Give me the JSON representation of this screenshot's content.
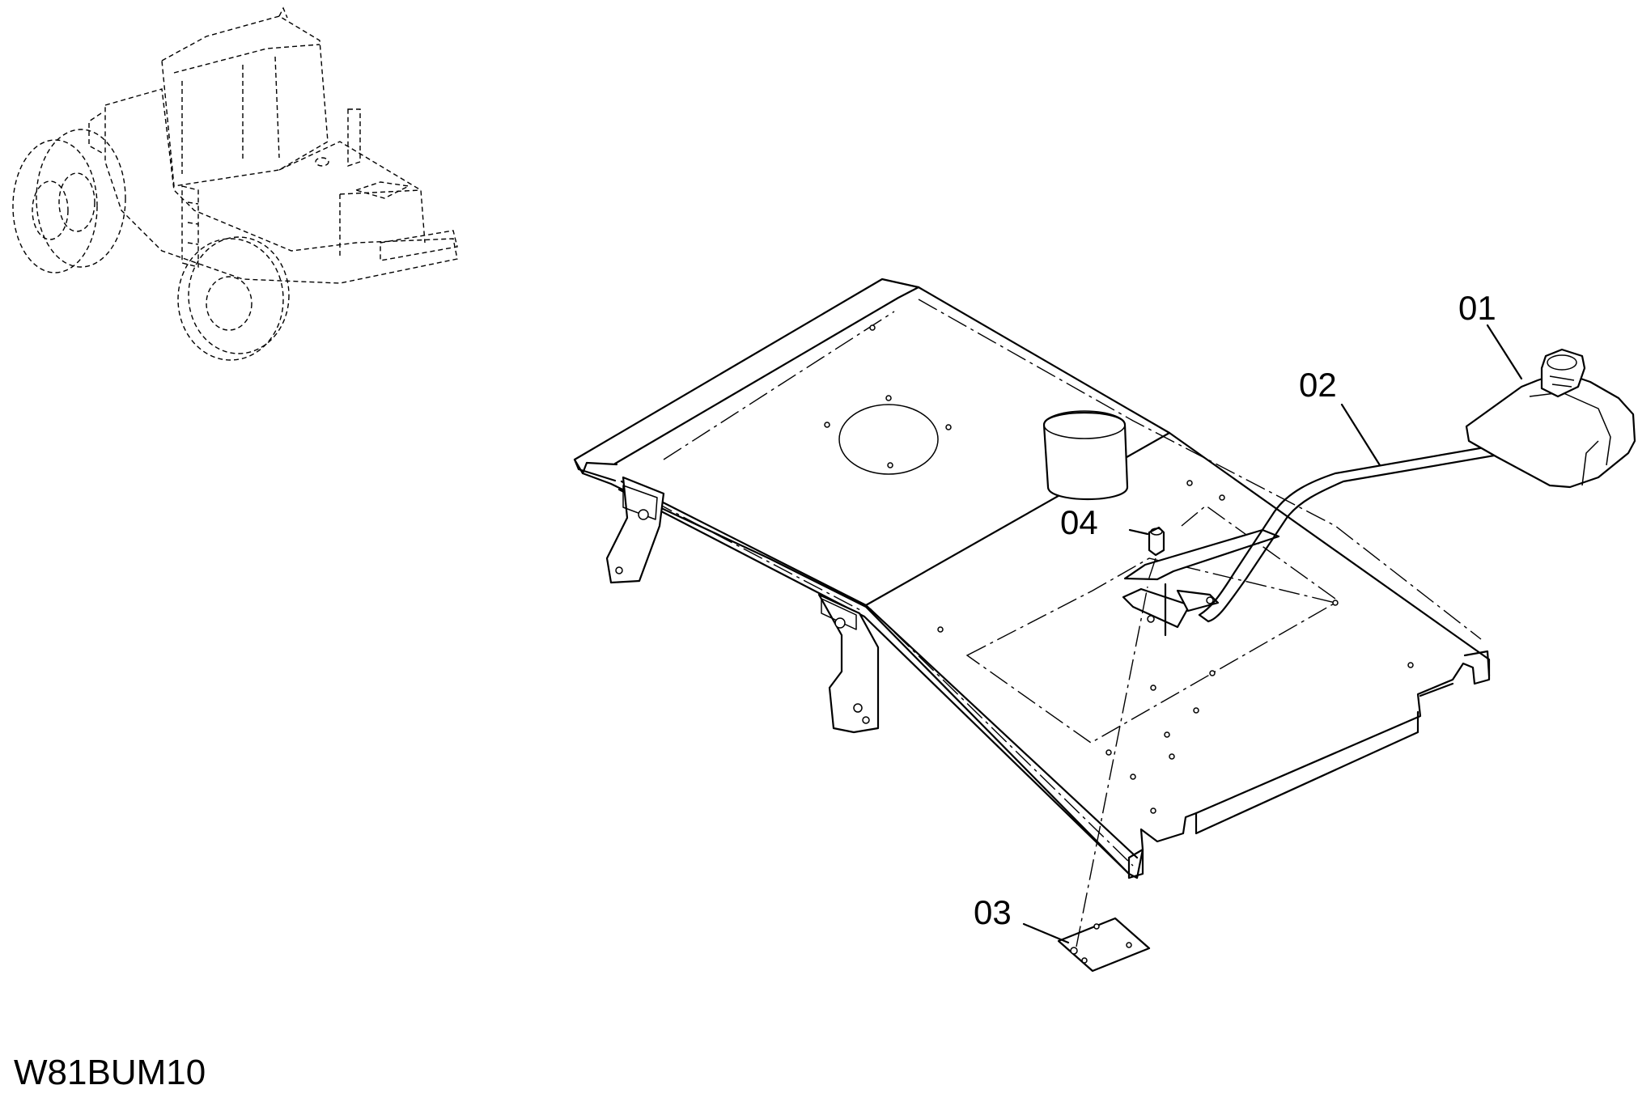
{
  "diagram": {
    "drawing_code": "W81BUM10",
    "callouts": [
      {
        "id": "01",
        "label": "01"
      },
      {
        "id": "02",
        "label": "02"
      },
      {
        "id": "03",
        "label": "03"
      },
      {
        "id": "04",
        "label": "04"
      }
    ]
  }
}
